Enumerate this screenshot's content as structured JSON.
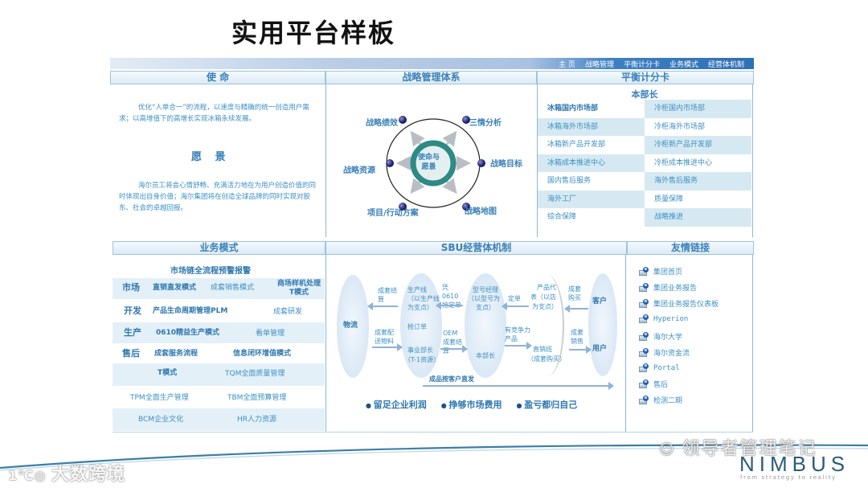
{
  "slide": {
    "title": "实用平台样板"
  },
  "nav": {
    "items": [
      "主 页",
      "战略管理",
      "平衡计分卡",
      "业务模式",
      "经营体机制"
    ]
  },
  "mission": {
    "heading": "使 命",
    "text": "优化“人单合一”的流程，以速度与精确的统一创造用户需求；以高增值下的高增长实现冰箱永续发展。",
    "vision_heading": "愿 景",
    "vision_text": "海尔员工将会心情舒畅、充满活力地在为用户创造价值的同时体现出自身价值；海尔集团将在创造全球品牌的同时实现对股东、社会的卓越回报。"
  },
  "strategy": {
    "heading": "战略管理体系",
    "center": [
      "使命与",
      "愿景"
    ],
    "nodes": [
      "战略绩效",
      "三情分析",
      "战略目标",
      "战略地图",
      "项目/行动方案",
      "战略资源"
    ]
  },
  "bsc": {
    "heading": "平衡计分卡",
    "subheading": "本部长",
    "cells": [
      "冰箱国内市场部",
      "冷柜国内市场部",
      "冰箱海外市场部",
      "冷柜海外市场部",
      "冰箱新产品开发部",
      "冷柜新产品开发部",
      "冰箱成本推进中心",
      "冷柜成本推进中心",
      "国内售后服务",
      "海外售后服务",
      "海外工厂",
      "质量保障",
      "综合保障",
      "战略推进"
    ]
  },
  "business_model": {
    "heading": "业务模式",
    "title": "市场链全流程预警报警",
    "rows": [
      {
        "label": "市场",
        "a": "直销直发模式",
        "b": "成套销售模式",
        "c": "商场样机处理T模式"
      },
      {
        "label": "开发",
        "a": "产品生命周期管理PLM",
        "b": "",
        "c": "成套研发"
      },
      {
        "label": "生产",
        "a": "0610精益生产模式",
        "b": "",
        "c": "看单管理"
      },
      {
        "label": "售后",
        "a": "成套服务流程",
        "b": "",
        "c": "信息闭环增值模式"
      }
    ],
    "extra": [
      [
        "T模式",
        "TQM全面质量管理"
      ],
      [
        "TPM全面生产管理",
        "TBM全面预算管理"
      ],
      [
        "BCM企业文化",
        "HR人力资源"
      ]
    ]
  },
  "sbu": {
    "heading": "SBU经营体机制",
    "ovals": {
      "logistics": "物流",
      "production": [
        "生产线",
        "（以生产线",
        "为支点）",
        "抢订单",
        "事业部长",
        "（T-1资源）"
      ],
      "model": [
        "型号经理",
        "（以型号为",
        "支点）",
        "本部长"
      ],
      "rep": [
        "产品代",
        "表（以店",
        "为支点）",
        "直销班",
        "（成套购买）"
      ],
      "customer": [
        "客户",
        "用户"
      ]
    },
    "arrows": [
      "成套结算",
      "成套配送物料",
      "凭0610抢定单",
      "OEM成套结算",
      "定单",
      "有竞争力产品",
      "成套购买",
      "成套销售",
      "成品按客户直发"
    ],
    "motto": [
      "留足企业利润",
      "挣够市场费用",
      "盈亏都归自己"
    ]
  },
  "links": {
    "heading": "友情链接",
    "items": [
      "集团首页",
      "集团业务报告",
      "集团业务报告仪表板",
      "Hyperion",
      "海尔大学",
      "海尔资金流",
      "Portal",
      "售后",
      "检测二期"
    ]
  },
  "footer": {
    "watermark_left": "大数跨境",
    "watermark_right": "领导者管理笔记",
    "brand": "NIMBUS",
    "tagline": "from strategy to reality"
  }
}
